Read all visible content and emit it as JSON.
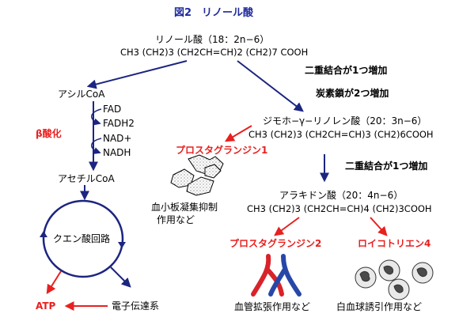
{
  "title": "図2　リノール酸",
  "linoleic": {
    "name": "リノール酸（18：2n−6）",
    "formula": "CH3 (CH2)3 (CH2CH=CH)2 (CH2)7 COOH"
  },
  "steps": {
    "desat1": "二重結合が1つ増加",
    "elong": "炭素鎖が2つ増加",
    "desat2": "二重結合が1つ増加"
  },
  "dgla": {
    "name": "ジモホ−γ−リノレン酸（20：3n−6）",
    "formula": "CH3 (CH2)3 (CH2CH=CH)3 (CH2)6COOH"
  },
  "prostaglandin1": "プロスタグランジン1",
  "platelet_effect": [
    "血小板凝集抑制",
    "作用など"
  ],
  "arachidonic": {
    "name": "アラキドン酸（20：4n−6）",
    "formula": "CH3 (CH2)3 (CH2CH=CH)4 (CH2)3COOH"
  },
  "prostaglandin2": "プロスタグランジン2",
  "leukotriene4": "ロイコトリエン4",
  "vaso_effect": "血管拡張作用など",
  "wbc_effect": "白血球誘引作用など",
  "beta_oxidation": {
    "acyl_coa": "アシルCoA",
    "label": "β酸化",
    "cofactors": [
      "FAD",
      "FADH2",
      "NAD+",
      "NADH"
    ],
    "acetyl_coa": "アセチルCoA"
  },
  "tca_cycle": "クエン酸回路",
  "atp": "ATP",
  "electron_transport": "電子伝達系",
  "colors": {
    "title": "#1f2a9c",
    "arrow_navy": "#1c2580",
    "arrow_red": "#e8201f",
    "vessel_red": "#d8232a",
    "vessel_blue": "#2747a8"
  }
}
